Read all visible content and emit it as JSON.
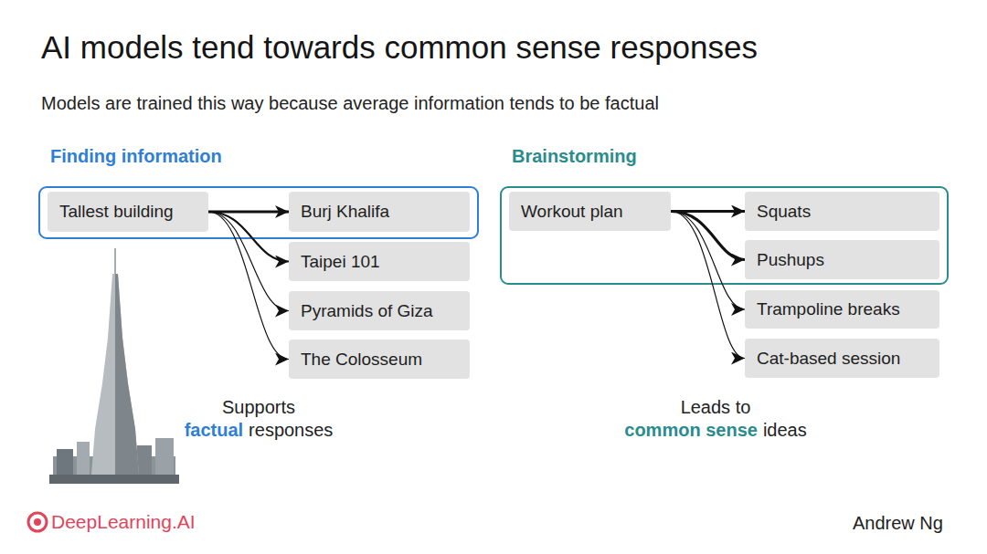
{
  "diagram": {
    "title": "AI models tend towards common sense responses",
    "nodes": [
      {
        "text": [
          "Finding information"
        ]
      },
      {
        "text": [
          "Tallest building"
        ],
        "in": 0
      },
      {
        "text": [
          "Burj Khalifa"
        ],
        "in": 0
      },
      {
        "text": [
          "Taipei 101"
        ]
      },
      {
        "text": [
          "Pyramids of Giza"
        ]
      },
      {
        "text": [
          "The Colosseum"
        ]
      },
      {
        "text": [
          "Brainstorming"
        ]
      },
      {
        "text": [
          "Workout plan"
        ],
        "in": 6
      },
      {
        "text": [
          "Squats"
        ],
        "in": 6
      },
      {
        "text": [
          "Pushups"
        ],
        "in": 6
      },
      {
        "text": [
          "Trampoline breaks"
        ]
      },
      {
        "text": [
          "Cat-based session"
        ]
      }
    ],
    "edges": [
      {
        "from": 1,
        "to": 2,
        "arrow": "to"
      },
      {
        "from": 1,
        "to": 3,
        "arrow": "to"
      },
      {
        "from": 1,
        "to": 4,
        "arrow": "to"
      },
      {
        "from": 1,
        "to": 5,
        "arrow": "to"
      },
      {
        "from": 7,
        "to": 8,
        "arrow": "to"
      },
      {
        "from": 7,
        "to": 9,
        "arrow": "to"
      },
      {
        "from": 7,
        "to": 10,
        "arrow": "to"
      },
      {
        "from": 7,
        "to": 11,
        "arrow": "to"
      }
    ],
    "labels": [
      "Models are trained this way because average information tends to be factual",
      "Supports",
      "factual",
      "responses",
      "Leads to",
      "common sense",
      "ideas",
      "DeepLearning.AI",
      "Andrew Ng"
    ]
  }
}
